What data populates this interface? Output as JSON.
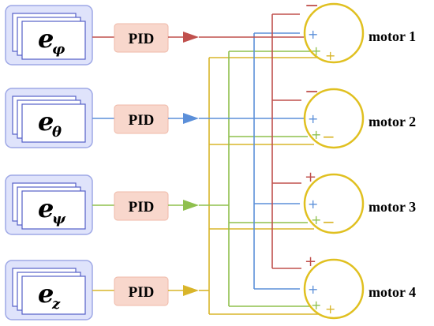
{
  "colors": {
    "phi": "#c0504d",
    "theta": "#5b8fd9",
    "psi": "#8fc04d",
    "z": "#d9b52a",
    "motor_stroke": "#e0c020",
    "pid_fill": "#f8d7cc",
    "err_fill": "#dfe3fb",
    "err_stroke": "#9ea8e6"
  },
  "errors": [
    {
      "key": "phi",
      "label": "e",
      "sub": "φ"
    },
    {
      "key": "theta",
      "label": "e",
      "sub": "θ"
    },
    {
      "key": "psi",
      "label": "e",
      "sub": "ψ"
    },
    {
      "key": "z",
      "label": "e",
      "sub": "z"
    }
  ],
  "pid_label": "PID",
  "motors": [
    {
      "label": "motor 1",
      "signs": {
        "phi": "−",
        "theta": "+",
        "psi": "+",
        "z": "+"
      }
    },
    {
      "label": "motor 2",
      "signs": {
        "phi": "−",
        "theta": "+",
        "psi": "+",
        "z": "−"
      }
    },
    {
      "label": "motor 3",
      "signs": {
        "phi": "+",
        "theta": "+",
        "psi": "+",
        "z": "−"
      }
    },
    {
      "label": "motor 4",
      "signs": {
        "phi": "+",
        "theta": "+",
        "psi": "+",
        "z": "+"
      }
    }
  ]
}
